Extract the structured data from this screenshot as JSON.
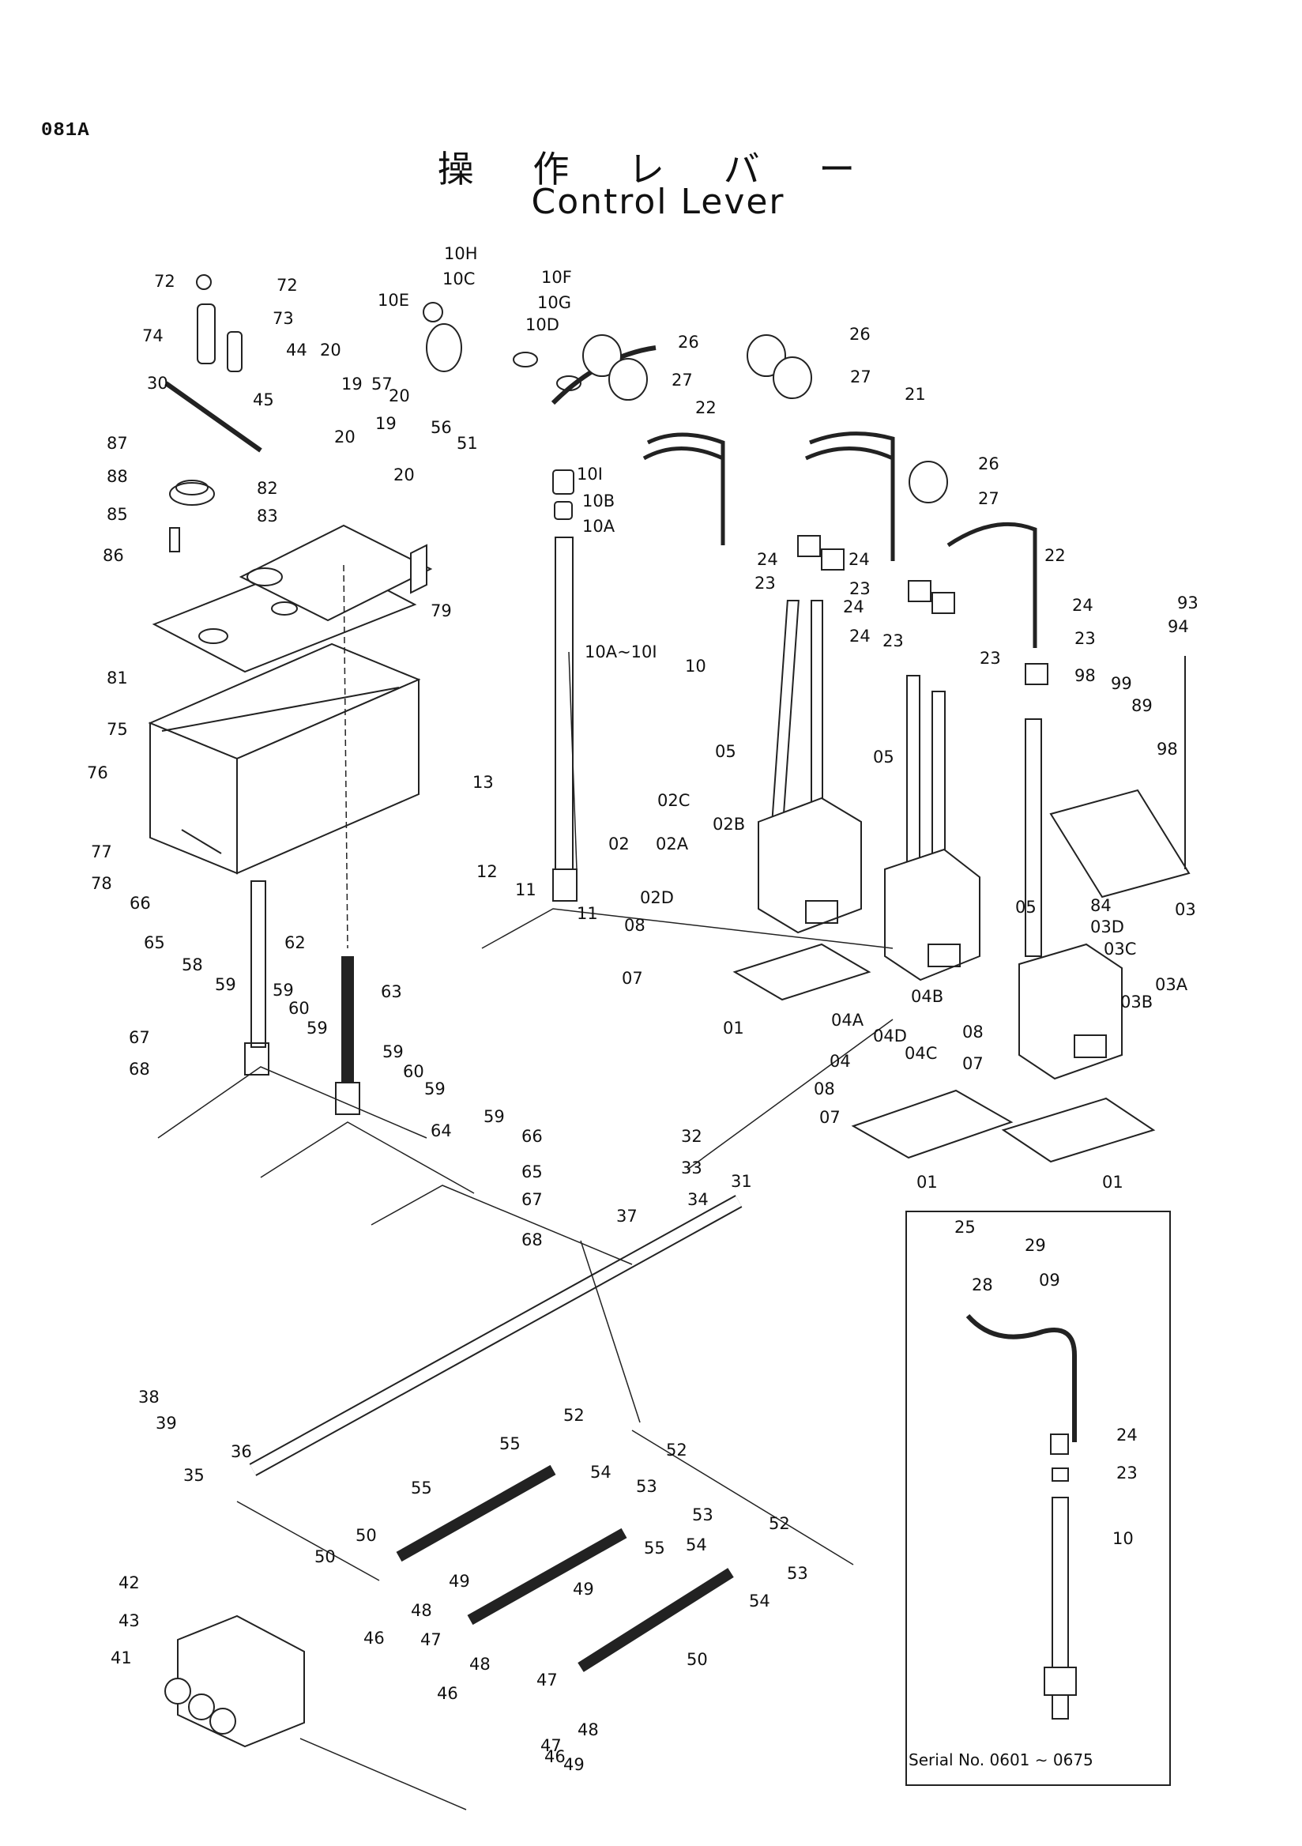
{
  "page_code": "081A",
  "title_jp": "操 作 レ バ ー",
  "title_en": "Control Lever",
  "inset_serial": "Serial No. 0601 ∼ 0675",
  "group_label": "10A~10I",
  "labels": [
    "72",
    "72",
    "73",
    "74",
    "30",
    "44",
    "20",
    "19",
    "57",
    "20",
    "45",
    "20",
    "19",
    "56",
    "20",
    "51",
    "87",
    "88",
    "85",
    "82",
    "83",
    "86",
    "79",
    "81",
    "75",
    "76",
    "77",
    "78",
    "10H",
    "10C",
    "10F",
    "10E",
    "10G",
    "10D",
    "10I",
    "10B",
    "10A",
    "10",
    "26",
    "27",
    "22",
    "26",
    "27",
    "21",
    "24",
    "24",
    "23",
    "23",
    "24",
    "24",
    "23",
    "23",
    "26",
    "27",
    "22",
    "24",
    "23",
    "93",
    "94",
    "98",
    "99",
    "89",
    "98",
    "84",
    "05",
    "02C",
    "02B",
    "02",
    "02A",
    "02D",
    "08",
    "07",
    "01",
    "05",
    "04B",
    "04A",
    "04D",
    "04",
    "04C",
    "05",
    "03D",
    "03",
    "03C",
    "03A",
    "03B",
    "08",
    "07",
    "08",
    "07",
    "01",
    "01",
    "13",
    "12",
    "11",
    "11",
    "66",
    "65",
    "58",
    "59",
    "67",
    "68",
    "62",
    "59",
    "60",
    "59",
    "63",
    "59",
    "60",
    "59",
    "64",
    "59",
    "66",
    "65",
    "67",
    "68",
    "32",
    "33",
    "34",
    "31",
    "37",
    "38",
    "39",
    "35",
    "36",
    "52",
    "55",
    "53",
    "54",
    "52",
    "53",
    "54",
    "55",
    "52",
    "53",
    "54",
    "55",
    "50",
    "49",
    "50",
    "50",
    "48",
    "46",
    "47",
    "48",
    "46",
    "47",
    "48",
    "46",
    "47",
    "49",
    "49",
    "42",
    "43",
    "41",
    "25",
    "29",
    "28",
    "09",
    "24",
    "23",
    "10"
  ]
}
